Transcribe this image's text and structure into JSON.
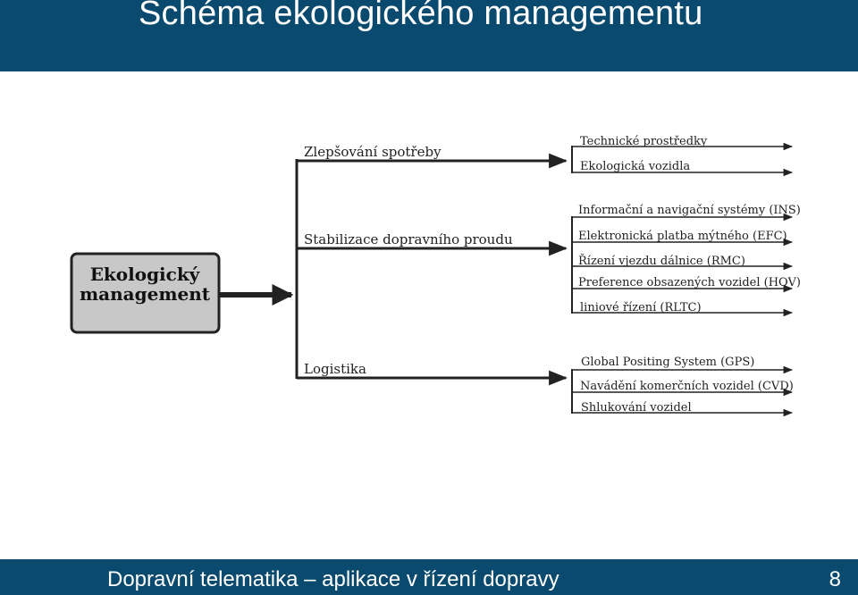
{
  "header": {
    "title": "Schéma ekologického managementu"
  },
  "footer": {
    "text": "Dopravní telematika – aplikace v řízení dopravy",
    "page_number": "8"
  },
  "diagram": {
    "root": {
      "line1": "Ekologický",
      "line2": "management"
    },
    "branches": [
      {
        "label": "Zlepšování spotřeby",
        "items": [
          "Technické prostředky",
          "Ekologická vozidla"
        ]
      },
      {
        "label": "Stabilizace dopravního proudu",
        "items": [
          "Informační a navigační systémy (INS)",
          "Elektronická platba mýtného (EFC)",
          "Řízení vjezdu dálnice (RMC)",
          "Preference obsazených vozidel (HOV)",
          "liniové řízení (RLTC)"
        ]
      },
      {
        "label": "Logistika",
        "items": [
          "Global Positing System (GPS)",
          "Navádění komerčních vozidel (CVD)",
          "Shlukování vozidel"
        ]
      }
    ]
  }
}
